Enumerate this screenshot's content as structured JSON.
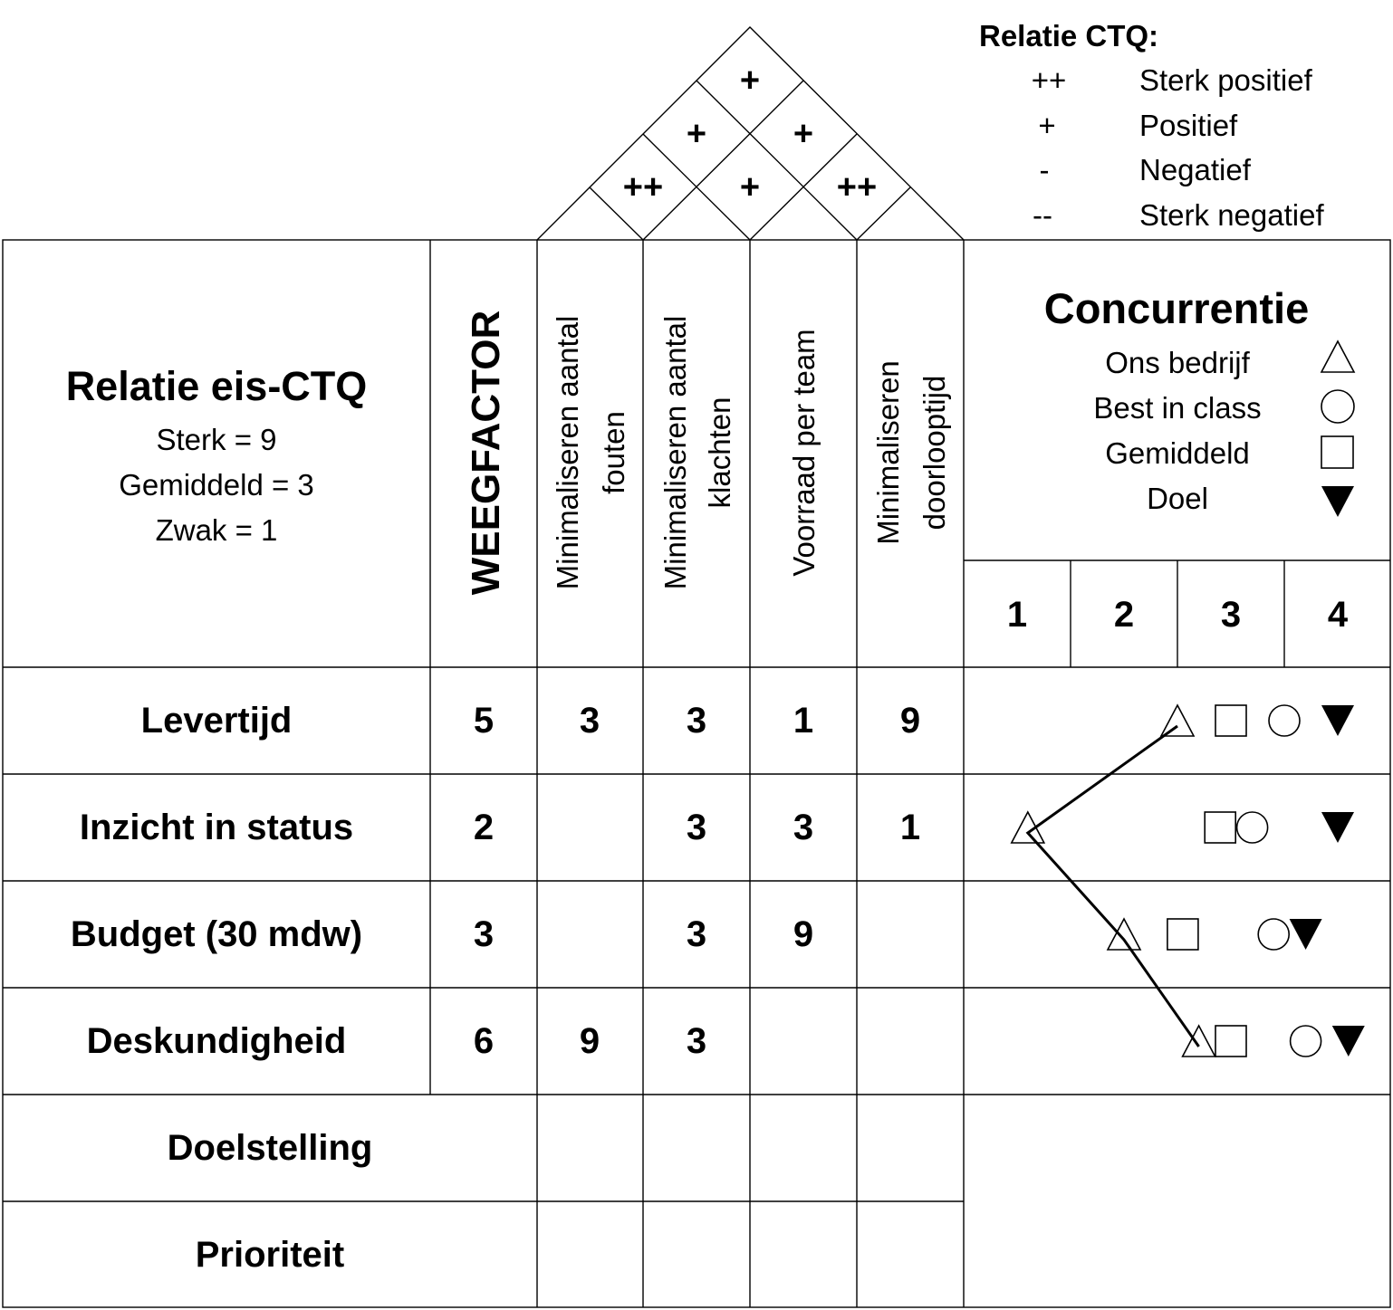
{
  "legend": {
    "title": "Relatie CTQ:",
    "items": [
      {
        "symbol": "++",
        "label": "Sterk positief"
      },
      {
        "symbol": "+",
        "label": "Positief"
      },
      {
        "symbol": "-",
        "label": "Negatief"
      },
      {
        "symbol": "--",
        "label": "Sterk negatief"
      }
    ]
  },
  "relation_box": {
    "title": "Relatie eis-CTQ",
    "lines": [
      "Sterk = 9",
      "Gemiddeld = 3",
      "Zwak = 1"
    ]
  },
  "weight_header": "WEEGFACTOR",
  "ctq_columns": [
    [
      "Minimaliseren aantal",
      "fouten"
    ],
    [
      "Minimaliseren aantal",
      "klachten"
    ],
    [
      "Voorraad per team"
    ],
    [
      "Minimaliseren",
      "doorlooptijd"
    ]
  ],
  "roof": {
    "top": "+",
    "middle_left": "+",
    "middle_right": "+",
    "bottom_left": "++",
    "bottom_center": "+",
    "bottom_right": "++"
  },
  "competition": {
    "title": "Concurrentie",
    "legend": [
      {
        "label": "Ons bedrijf",
        "shape": "triangle"
      },
      {
        "label": "Best in class",
        "shape": "circle"
      },
      {
        "label": "Gemiddeld",
        "shape": "square"
      },
      {
        "label": "Doel",
        "shape": "filled-triangle-down"
      }
    ],
    "scale": [
      "1",
      "2",
      "3",
      "4"
    ]
  },
  "rows": [
    {
      "label": "Levertijd",
      "weight": "5",
      "cells": [
        "3",
        "3",
        "1",
        "9"
      ],
      "scores": {
        "ons_bedrijf": 2.5,
        "gemiddeld": 3.0,
        "best_in_class": 3.5,
        "doel": 4.0
      }
    },
    {
      "label": "Inzicht in status",
      "weight": "2",
      "cells": [
        "",
        "3",
        "3",
        "1"
      ],
      "scores": {
        "ons_bedrijf": 1.1,
        "gemiddeld": 2.9,
        "best_in_class": 3.2,
        "doel": 4.0
      }
    },
    {
      "label": "Budget (30 mdw)",
      "weight": "3",
      "cells": [
        "",
        "3",
        "9",
        ""
      ],
      "scores": {
        "ons_bedrijf": 2.0,
        "gemiddeld": 2.55,
        "best_in_class": 3.4,
        "doel": 3.7
      }
    },
    {
      "label": "Deskundigheid",
      "weight": "6",
      "cells": [
        "9",
        "3",
        "",
        ""
      ],
      "scores": {
        "ons_bedrijf": 2.7,
        "gemiddeld": 3.0,
        "best_in_class": 3.7,
        "doel": 4.1
      }
    }
  ],
  "footer_rows": [
    "Doelstelling",
    "Prioriteit"
  ]
}
